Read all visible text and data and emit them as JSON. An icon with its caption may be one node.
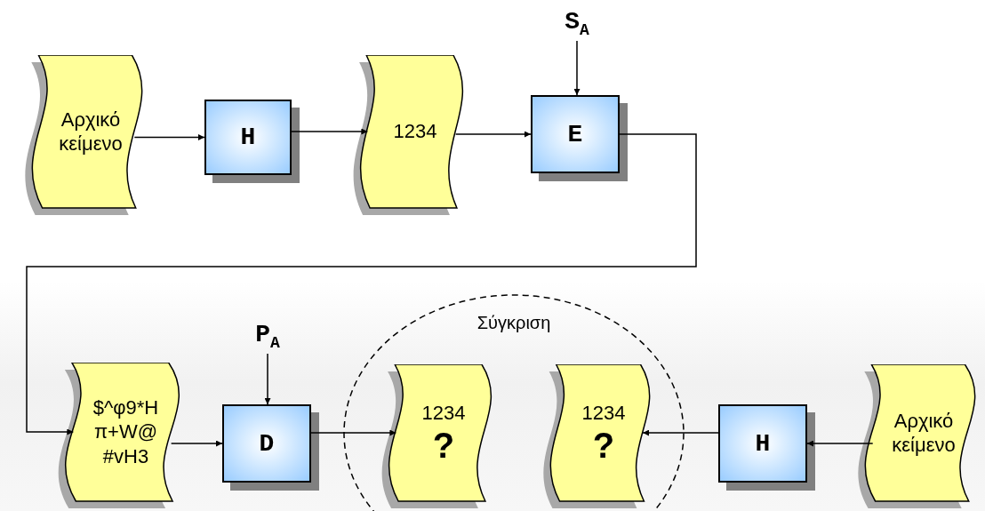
{
  "diagram": {
    "nodes": [
      {
        "text": [
          "Αρχικό κείμενο"
        ]
      },
      {
        "text": [
          "H"
        ]
      },
      {
        "text": [
          "1234"
        ]
      },
      {
        "text": [
          "E"
        ]
      },
      {
        "text": [
          "S$_{A}$"
        ]
      },
      {
        "text": [
          "$^φ9*H π+W@ #vH3"
        ]
      },
      {
        "text": [
          "P$_{A}$"
        ]
      },
      {
        "text": [
          "D"
        ]
      },
      {
        "text": [
          "Σύγκριση"
        ]
      },
      {
        "text": [
          "1234",
          "?"
        ],
        "in": 8
      },
      {
        "text": [
          "1234",
          "?"
        ],
        "in": 8
      },
      {
        "text": [
          "H"
        ]
      },
      {
        "text": [
          "Αρχικό κείμενο"
        ]
      }
    ],
    "edges": [
      {
        "from": 0,
        "to": 1,
        "arrow": "to"
      },
      {
        "from": 1,
        "to": 2,
        "arrow": "to"
      },
      {
        "from": 2,
        "to": 3,
        "arrow": "to"
      },
      {
        "from": 4,
        "to": 3,
        "arrow": "to"
      },
      {
        "from": 3,
        "to": 5,
        "arrow": "to"
      },
      {
        "from": 6,
        "to": 7,
        "arrow": "to"
      },
      {
        "from": 5,
        "to": 7,
        "arrow": "to"
      },
      {
        "from": 7,
        "to": 9,
        "arrow": "to"
      },
      {
        "from": 12,
        "to": 11,
        "arrow": "to"
      },
      {
        "from": 11,
        "to": 10,
        "arrow": "to"
      }
    ]
  }
}
